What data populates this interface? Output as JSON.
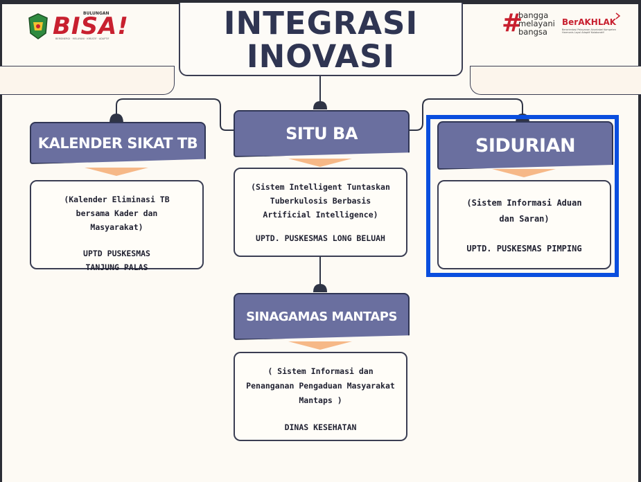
{
  "header": {
    "title": "INTEGRASI INOVASI"
  },
  "logos": {
    "left_small": "BULUNGAN",
    "left_big": "BISA!",
    "left_tag": "BERSINERGI · MELAYANI · KREATIF · ADAPTIF",
    "right_tag1": "bangga",
    "right_tag2": "melayani",
    "right_tag3": "bangsa",
    "right_hash": "#",
    "right_brand": "BerAKHLAK",
    "right_sub": "Berorientasi Pelayanan Akuntabel Kompeten Harmonis Loyal Adaptif Kolaboratif"
  },
  "innovations": [
    {
      "name": "KALENDER SIKAT TB",
      "description": "(Kalender Eliminasi TB bersama Kader dan Masyarakat)",
      "org": "UPTD PUSKESMAS TANJUNG PALAS"
    },
    {
      "name": "SITU BA",
      "description": "(Sistem Intelligent Tuntaskan Tuberkulosis Berbasis Artificial Intelligence)",
      "org": "UPTD. PUSKESMAS LONG BELUAH"
    },
    {
      "name": "SIDURIAN",
      "description": "(Sistem Informasi Aduan dan Saran)",
      "org": "UPTD. PUSKESMAS PIMPING"
    },
    {
      "name": "SINAGAMAS MANTAPS",
      "description": "( Sistem Informasi dan Penanganan Pengaduan Masyarakat Mantaps )",
      "org": "DINAS KESEHATAN"
    }
  ],
  "colors": {
    "banner": "#6a6f9f",
    "accent": "#f6b887",
    "highlight": "#0a4ede",
    "brand_red": "#c8202f"
  }
}
